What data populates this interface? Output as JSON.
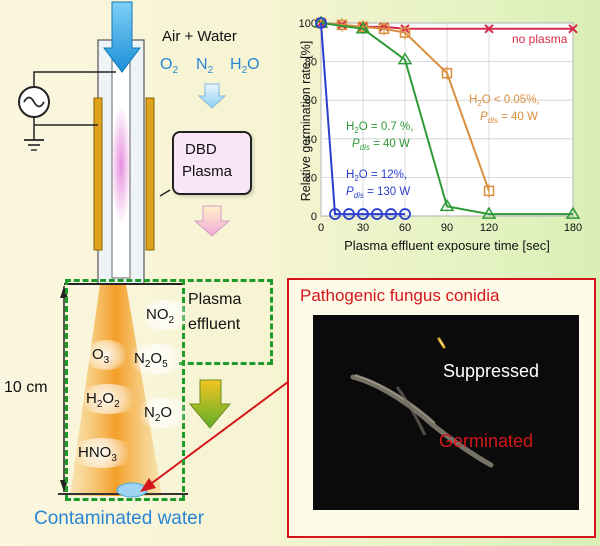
{
  "reactor": {
    "inlet_label": "Air + Water",
    "gas_o2": "O",
    "gas_o2_sub": "2",
    "gas_n2": "N",
    "gas_n2_sub": "2",
    "gas_h2o": "H",
    "gas_h2o_sub": "2",
    "gas_h2o_tail": "O",
    "plasma_line1": "DBD",
    "plasma_line2": "Plasma",
    "effluent_line1": "Plasma",
    "effluent_line2": "effluent",
    "distance": "10 cm",
    "water_label": "Contaminated water"
  },
  "species": [
    {
      "pre": "NO",
      "sub": "2",
      "post": ""
    },
    {
      "pre": "O",
      "sub": "3",
      "post": ""
    },
    {
      "pre": "N",
      "sub": "2",
      "post": "O",
      "sub2": "5"
    },
    {
      "pre": "H",
      "sub": "2",
      "post": "O",
      "sub2": "2"
    },
    {
      "pre": "N",
      "sub": "2",
      "post": "O"
    },
    {
      "pre": "HNO",
      "sub": "3",
      "post": ""
    }
  ],
  "fungus": {
    "title": "Pathogenic fungus conidia",
    "suppressed": "Suppressed",
    "germinated": "Germinated"
  },
  "colors": {
    "dashed_green": "#1e9a2a",
    "frame_red": "#d4161b",
    "arrow_blue": "#2aa3de",
    "no_plasma": "#d6294b",
    "h2o_low": "#d98f3c",
    "h2o_07": "#2e9a36",
    "h2o_12": "#2a3fcf"
  },
  "chart_data": {
    "type": "line",
    "xlabel": "Plasma effluent exposure time [sec]",
    "ylabel": "Relative germination rate [%]",
    "xlim": [
      0,
      180
    ],
    "ylim": [
      0,
      100
    ],
    "x_ticks": [
      "0",
      "30",
      "60",
      "90",
      "120",
      "180"
    ],
    "y_ticks": [
      "0",
      "20",
      "40",
      "60",
      "80",
      "100"
    ],
    "grid": true,
    "series": [
      {
        "name": "no plasma",
        "marker": "x",
        "x": [
          0,
          15,
          30,
          45,
          60,
          120,
          180
        ],
        "y": [
          100,
          99,
          98,
          98,
          97,
          97,
          97
        ]
      },
      {
        "label_lines": [
          "H2O < 0.05%,",
          "Pdis = 40 W"
        ],
        "marker": "square",
        "x": [
          0,
          15,
          30,
          45,
          60,
          90,
          120
        ],
        "y": [
          100,
          99,
          98,
          97,
          95,
          74,
          13
        ]
      },
      {
        "label_lines": [
          "H2O = 0.7 %,",
          "Pdis = 40 W"
        ],
        "marker": "triangle",
        "x": [
          0,
          30,
          60,
          90,
          120,
          180
        ],
        "y": [
          100,
          97,
          81,
          5,
          1,
          1
        ]
      },
      {
        "label_lines": [
          "H2O = 12%,",
          "Pdis = 130 W"
        ],
        "marker": "circle",
        "x": [
          0,
          10,
          20,
          30,
          40,
          50,
          60
        ],
        "y": [
          100,
          1,
          1,
          1,
          1,
          1,
          1
        ]
      }
    ]
  }
}
